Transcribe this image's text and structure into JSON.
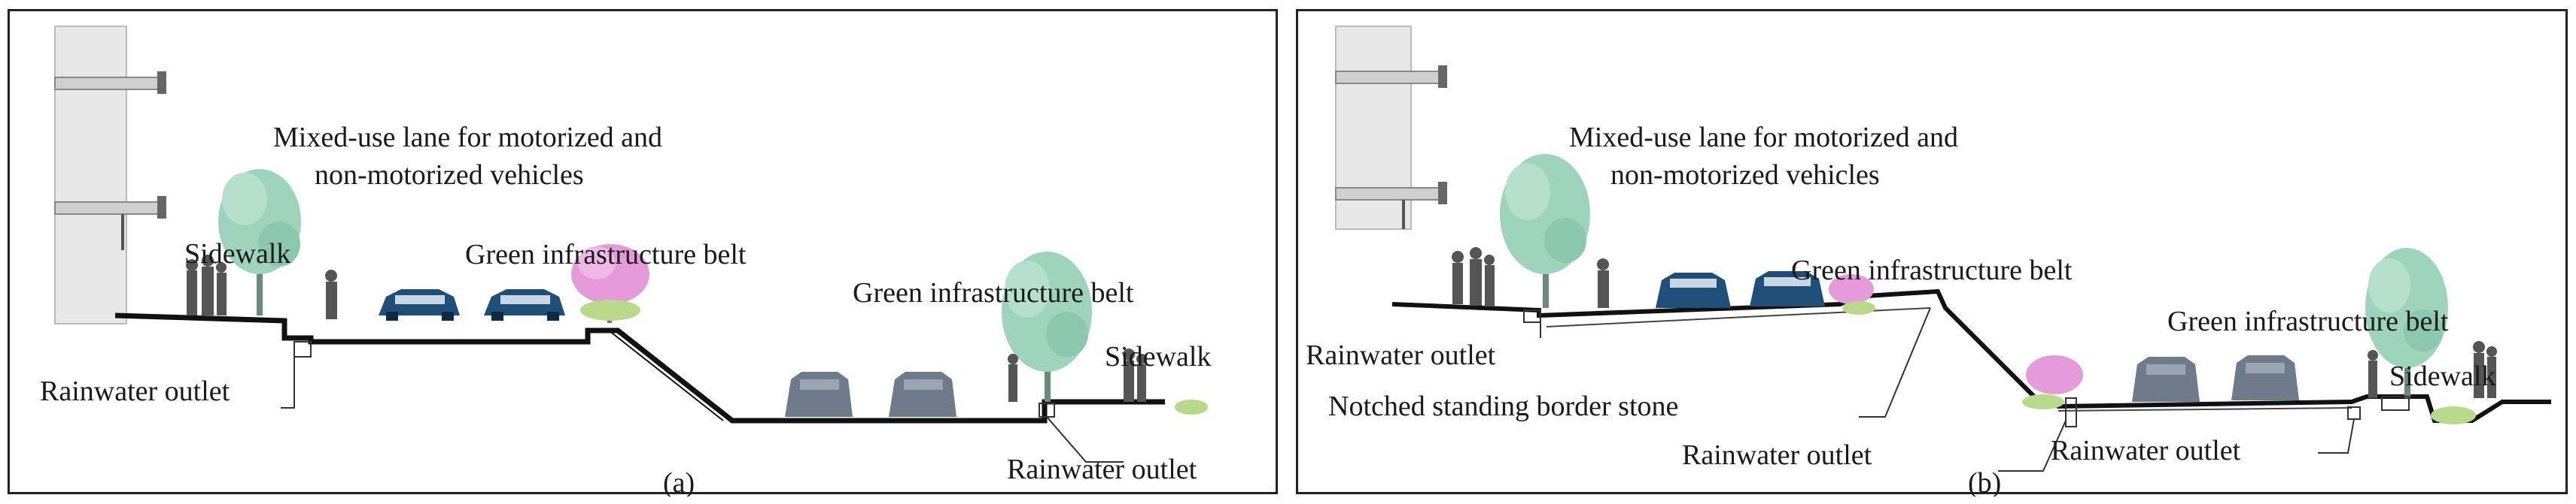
{
  "panel_a": {
    "title": "Mixed-use lane for motorized and",
    "title2": "non-motorized vehicles",
    "sidewalk_left": "Sidewalk",
    "green_belt_1": "Green infrastructure belt",
    "green_belt_2": "Green infrastructure belt",
    "sidewalk_right": "Sidewalk",
    "rainwater_outlet_1": "Rainwater outlet",
    "rainwater_outlet_2": "Rainwater outlet",
    "caption": "(a)"
  },
  "panel_b": {
    "title": "Mixed-use lane for motorized and",
    "title2": "non-motorized vehicles",
    "green_belt_1": "Green infrastructure belt",
    "green_belt_2": "Green infrastructure belt",
    "sidewalk_right": "Sidewalk",
    "rainwater_outlet_1": "Rainwater outlet",
    "notched_stone": "Notched standing border stone",
    "rainwater_outlet_2": "Rainwater outlet",
    "rainwater_outlet_3": "Rainwater outlet",
    "caption": "(b)"
  },
  "colors": {
    "car_blue": "#1f4e79",
    "car_gray": "#6e7b8b",
    "tree_green": "#9fd4bc",
    "tree_pink": "#e59bd9",
    "ground": "#111111",
    "building": "#e6e6e6"
  }
}
